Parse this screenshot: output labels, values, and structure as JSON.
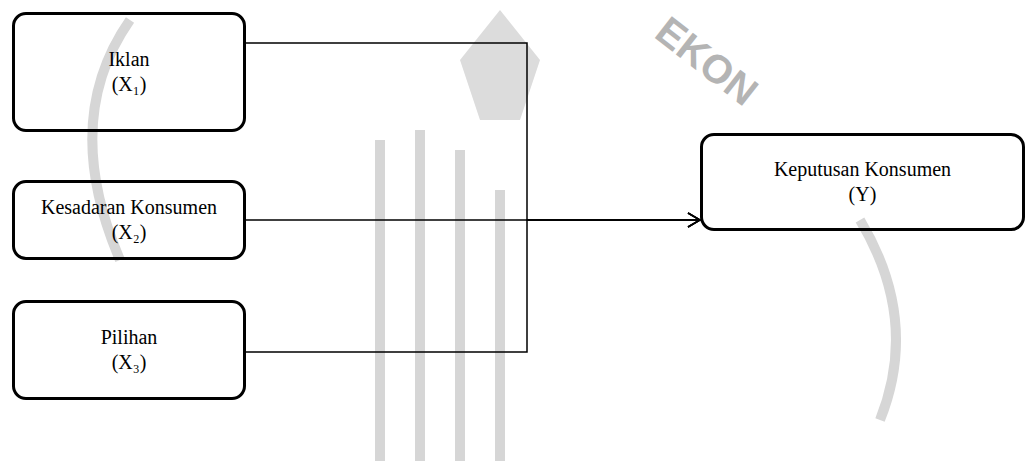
{
  "diagram": {
    "nodes": [
      {
        "text": [
          "Iklan",
          "(X₁)"
        ]
      },
      {
        "text": [
          "Kesadaran Konsumen",
          "(X₂)"
        ]
      },
      {
        "text": [
          "Pilihan",
          "(X₃)"
        ]
      },
      {
        "text": [
          "Keputusan Konsumen",
          "(Y)"
        ]
      }
    ],
    "edges": [
      {
        "from": 0,
        "to": 3,
        "arrow": "to"
      },
      {
        "from": 1,
        "to": 3,
        "arrow": "to"
      },
      {
        "from": 2,
        "to": 3,
        "arrow": "to"
      }
    ],
    "labels": [
      "EKON"
    ]
  }
}
